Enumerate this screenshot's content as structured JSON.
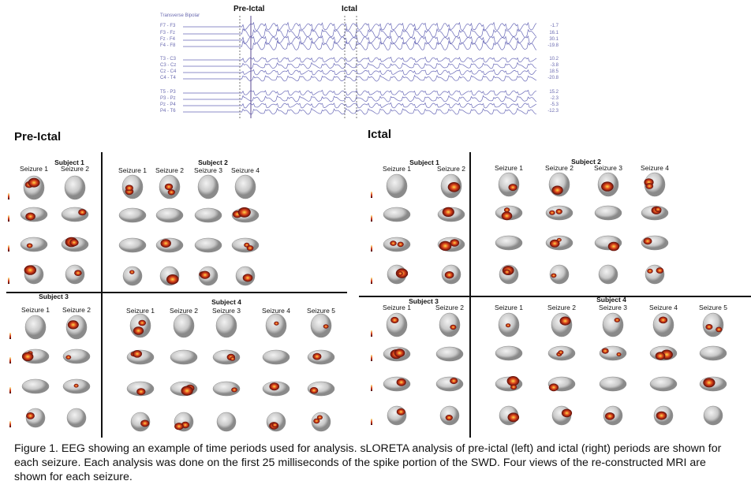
{
  "eeg": {
    "montage": "Transverse Bipolar",
    "markers": {
      "preictal": "Pre-Ictal",
      "ictal": "Ictal"
    },
    "channels": [
      {
        "label": "F7 - F3",
        "value": "-1.7"
      },
      {
        "label": "F3 - Fz",
        "value": "16.1"
      },
      {
        "label": "Fz - F4",
        "value": "30.1"
      },
      {
        "label": "F4 - F8",
        "value": "-19.8"
      },
      {
        "label": "T3 - C3",
        "value": "10.2"
      },
      {
        "label": "C3 - Cz",
        "value": "-3.8"
      },
      {
        "label": "Cz - C4",
        "value": "18.5"
      },
      {
        "label": "C4 - T4",
        "value": "-20.8"
      },
      {
        "label": "T5 - P3",
        "value": "15.2"
      },
      {
        "label": "P3 - Pz",
        "value": "-2.3"
      },
      {
        "label": "Pz - P4",
        "value": "-5.3"
      },
      {
        "label": "P4 - T6",
        "value": "-12.3"
      }
    ]
  },
  "preictal": {
    "title": "Pre-Ictal",
    "subjects": [
      {
        "title": "Subject 1",
        "seizures": [
          "Seizure 1",
          "Seizure 2"
        ]
      },
      {
        "title": "Subject 2",
        "seizures": [
          "Seizure 1",
          "Seizure 2",
          "Seizure 3",
          "Seizure 4"
        ]
      },
      {
        "title": "Subject 3",
        "seizures": [
          "Seizure 1",
          "Seizure 2"
        ]
      },
      {
        "title": "Subject 4",
        "seizures": [
          "Seizure 1",
          "Seizure 2",
          "Seizure 3",
          "Seizure 4",
          "Seizure 5"
        ]
      }
    ]
  },
  "ictal": {
    "title": "Ictal",
    "subjects": [
      {
        "title": "Subject 1",
        "seizures": [
          "Seizure 1",
          "Seizure 2"
        ]
      },
      {
        "title": "Subject 2",
        "seizures": [
          "Seizure 1",
          "Seizure 2",
          "Seizure 3",
          "Seizure 4"
        ]
      },
      {
        "title": "Subject 3",
        "seizures": [
          "Seizure 1",
          "Seizure 2"
        ]
      },
      {
        "title": "Subject 4",
        "seizures": [
          "Seizure 1",
          "Seizure 2",
          "Seizure 3",
          "Seizure 4",
          "Seizure 5"
        ]
      }
    ]
  },
  "caption": "Figure 1. EEG showing an example of time periods used for analysis. sLORETA analysis of pre-ictal (left) and ictal (right) periods are shown for each seizure. Each analysis was done on the first 25 milliseconds of the spike portion of the SWD. Four views of the re-constructed MRI are shown for each seizure."
}
